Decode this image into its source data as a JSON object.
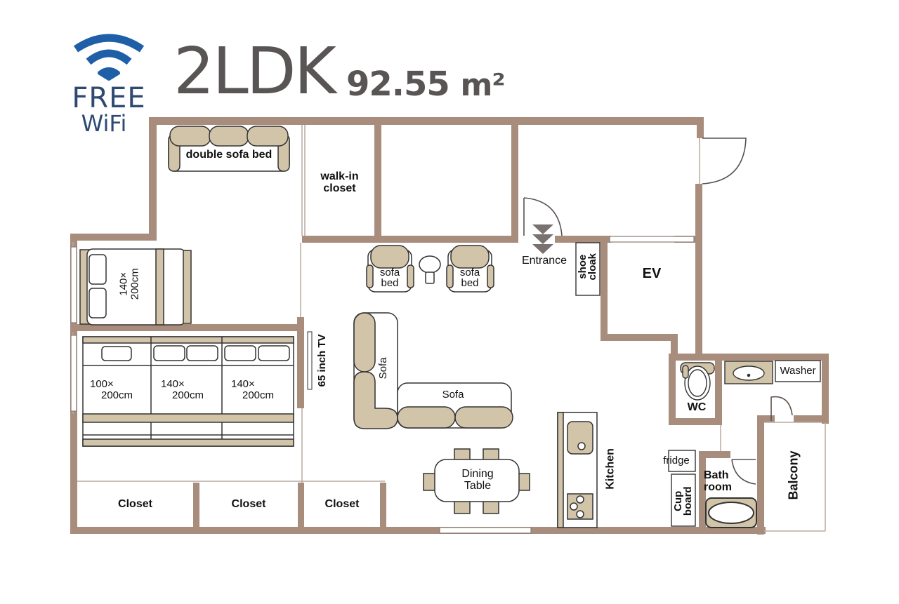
{
  "header": {
    "wifi_line1": "FREE",
    "wifi_line2": "WiFi",
    "layout_type": "2LDK",
    "area_value": "92.55",
    "area_unit": "m²"
  },
  "colors": {
    "wall": "#a88c7c",
    "furniture": "#d2c4a8",
    "wifi_blue": "#1f5fa8",
    "title_gray": "#595555",
    "arrow_gray": "#7a7270"
  },
  "furniture_labels": {
    "double_sofa_bed": "double sofa bed",
    "walk_in_closet_line1": "walk-in",
    "walk_in_closet_line2": "closet",
    "bed_upper_line1": "140×",
    "bed_upper_line2": "200cm",
    "bed1_line1": "100×",
    "bed1_line2": "200cm",
    "bed2_line1": "140×",
    "bed2_line2": "200cm",
    "bed3_line1": "140×",
    "bed3_line2": "200cm",
    "tv": "65 inch TV",
    "sofa_bed_left_line1": "sofa",
    "sofa_bed_left_line2": "bed",
    "sofa_bed_right_line1": "sofa",
    "sofa_bed_right_line2": "bed",
    "sofa_vertical": "Sofa",
    "sofa_horizontal": "Sofa",
    "dining_line1": "Dining",
    "dining_line2": "Table",
    "kitchen": "Kitchen",
    "fridge": "fridge",
    "cupboard_line1": "Cup",
    "cupboard_line2": "board",
    "washer": "Washer",
    "shoe_cloak_line1": "shoe",
    "shoe_cloak_line2": "cloak"
  },
  "rooms": {
    "entrance": "Entrance",
    "ev": "EV",
    "wc": "WC",
    "bathroom_line1": "Bath",
    "bathroom_line2": "room",
    "balcony": "Balcony",
    "closets": [
      "Closet",
      "Closet",
      "Closet"
    ]
  }
}
